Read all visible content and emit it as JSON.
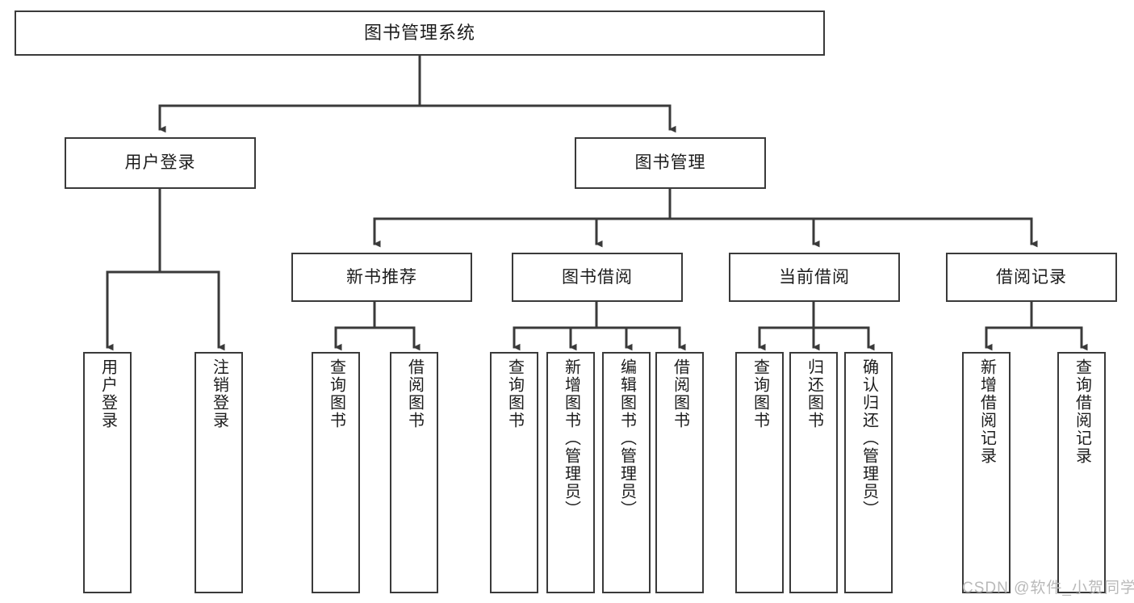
{
  "diagram": {
    "title": "图书管理系统",
    "type": "hierarchy-tree",
    "watermark": "CSDN @软件_小贺同学",
    "colors": {
      "box_border": "#3a3a3a",
      "box_fill": "#ffffff",
      "connector": "#3a3a3a",
      "text": "#1c1c1c",
      "watermark": "#b9b9b9"
    },
    "root": {
      "label": "图书管理系统"
    },
    "level1": [
      {
        "label": "用户登录"
      },
      {
        "label": "图书管理"
      }
    ],
    "level2": [
      {
        "label": "新书推荐"
      },
      {
        "label": "图书借阅"
      },
      {
        "label": "当前借阅"
      },
      {
        "label": "借阅记录"
      }
    ],
    "leaves": {
      "user_login": [
        {
          "label": "用户登录"
        },
        {
          "label": "注销登录"
        }
      ],
      "new_book_recommend": [
        {
          "label": "查询图书"
        },
        {
          "label": "借阅图书"
        }
      ],
      "book_borrow": [
        {
          "label": "查询图书"
        },
        {
          "label": "新增图书（管理员）"
        },
        {
          "label": "编辑图书（管理员）"
        },
        {
          "label": "借阅图书"
        }
      ],
      "current_borrow": [
        {
          "label": "查询图书"
        },
        {
          "label": "归还图书"
        },
        {
          "label": "确认归还（管理员）"
        }
      ],
      "borrow_record": [
        {
          "label": "新增借阅记录"
        },
        {
          "label": "查询借阅记录"
        }
      ]
    }
  }
}
